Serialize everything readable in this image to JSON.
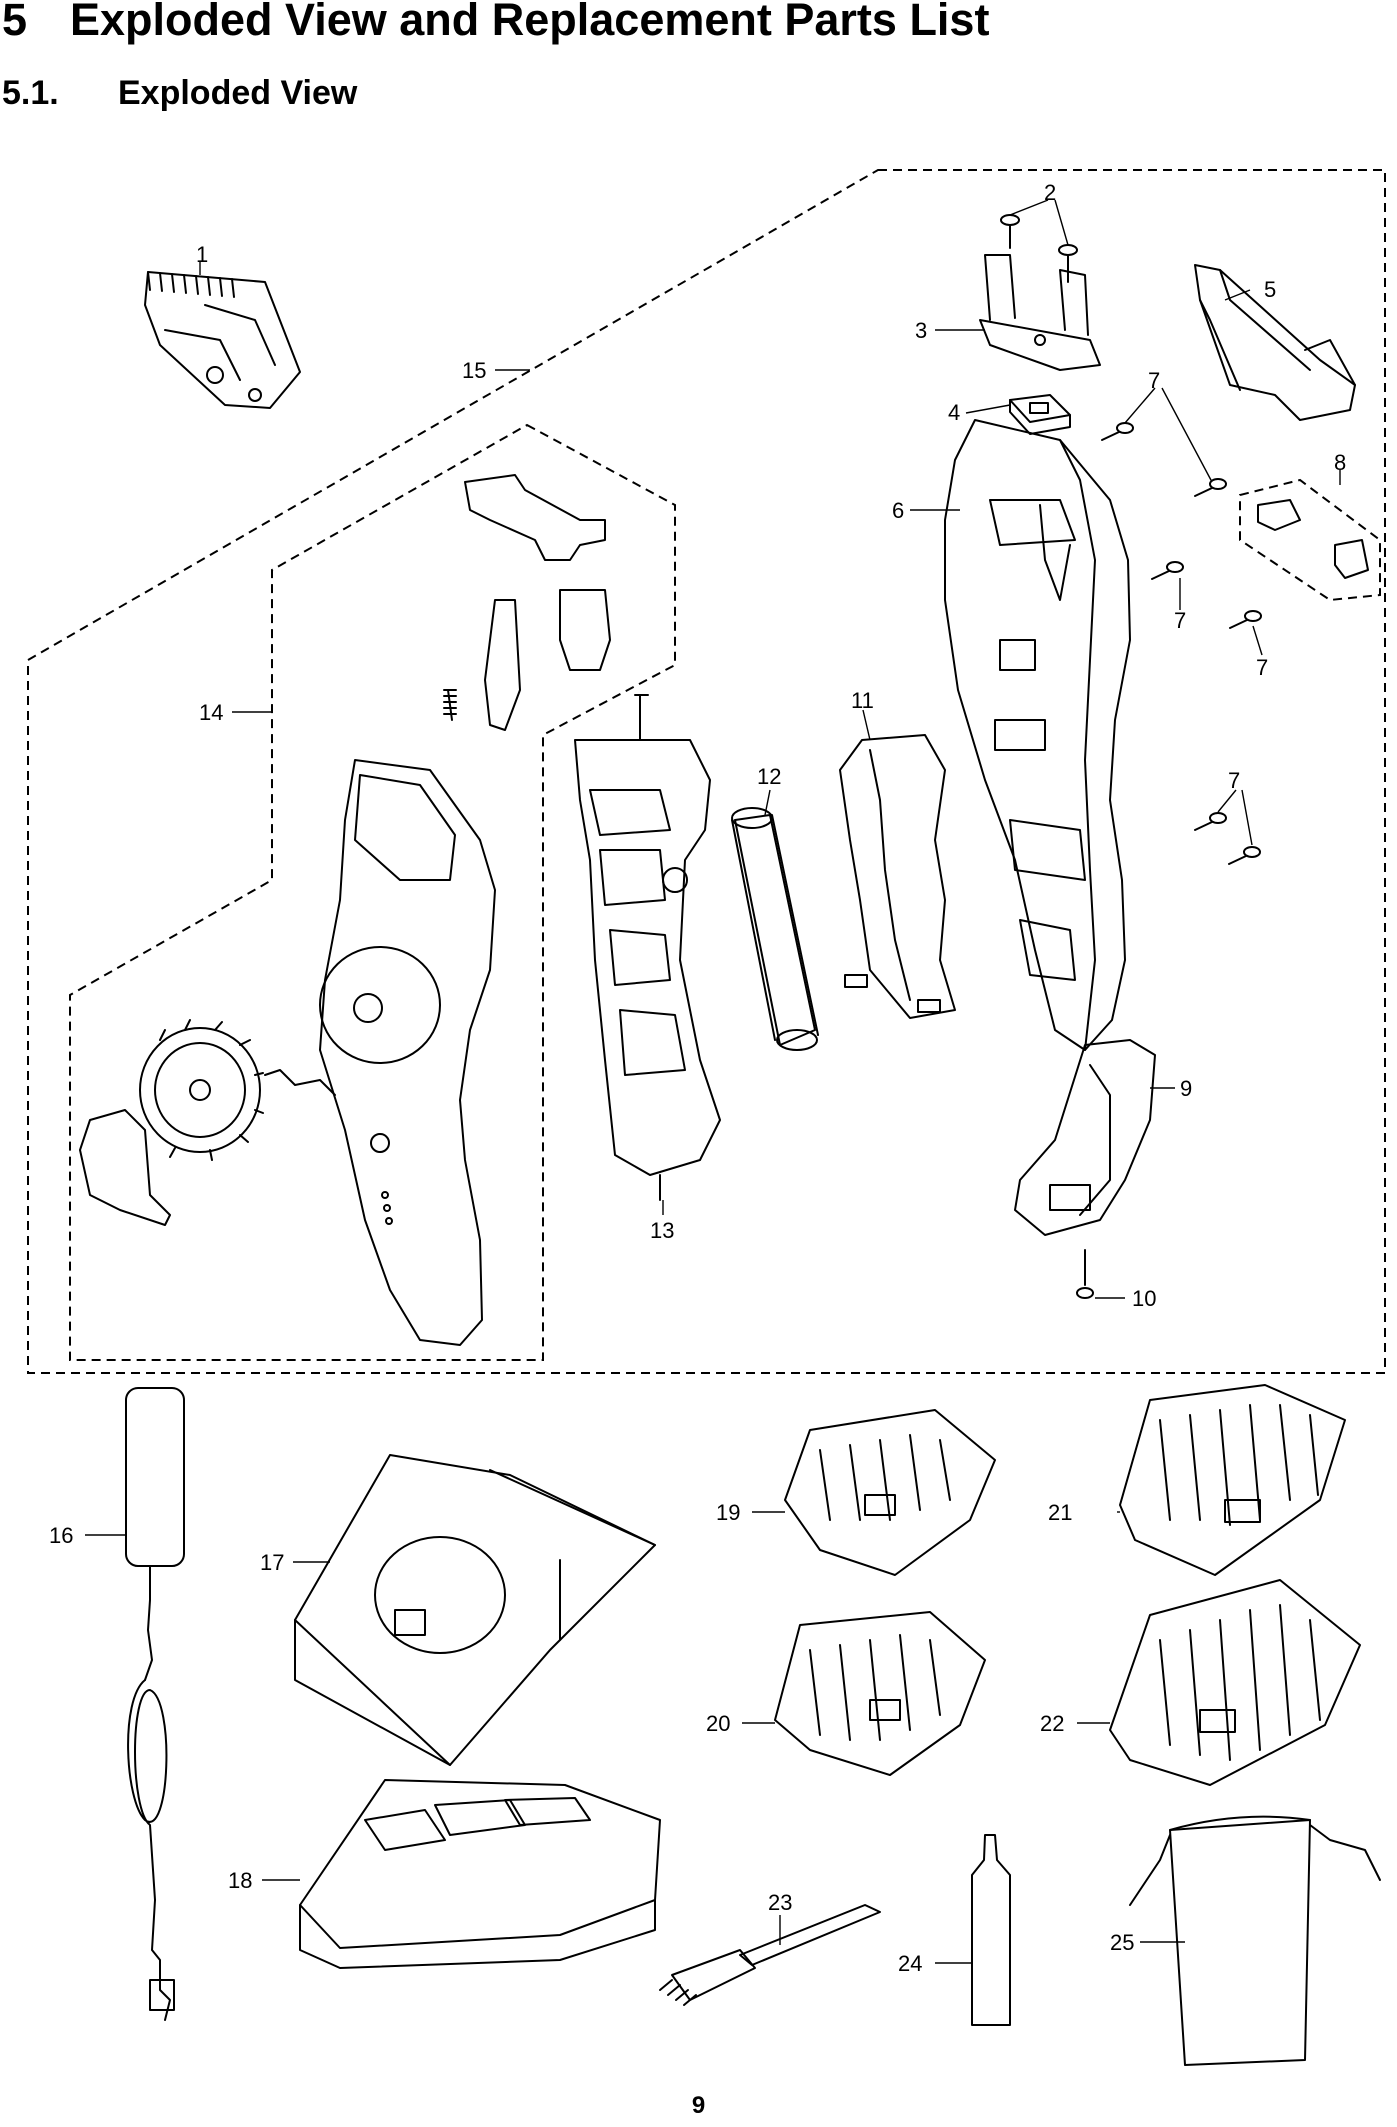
{
  "section": {
    "number": "5",
    "title": "Exploded View and Replacement Parts List"
  },
  "subsection": {
    "number": "5.1.",
    "title": "Exploded View"
  },
  "callouts": {
    "c1": "1",
    "c2": "2",
    "c3": "3",
    "c4": "4",
    "c5": "5",
    "c6": "6",
    "c7a": "7",
    "c7b": "7",
    "c7c": "7",
    "c7d": "7",
    "c8": "8",
    "c9": "9",
    "c10": "10",
    "c11": "11",
    "c12": "12",
    "c13": "13",
    "c14": "14",
    "c15": "15",
    "c16": "16",
    "c17": "17",
    "c18": "18",
    "c19": "19",
    "c20": "20",
    "c21": "21",
    "c22": "22",
    "c23": "23",
    "c24": "24",
    "c25": "25"
  },
  "page_number": "9"
}
